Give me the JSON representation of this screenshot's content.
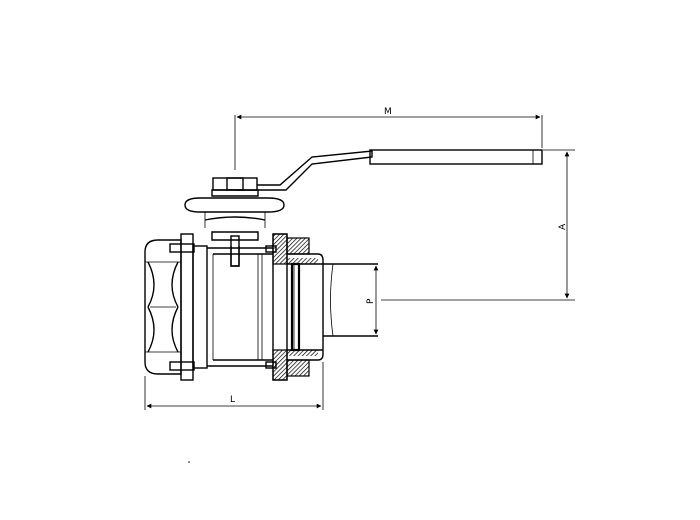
{
  "dimensions": {
    "m": "M",
    "a": "A",
    "p": "P",
    "l": "L"
  },
  "colors": {
    "line": "#000000",
    "background": "#ffffff",
    "hatch": "#000000"
  }
}
